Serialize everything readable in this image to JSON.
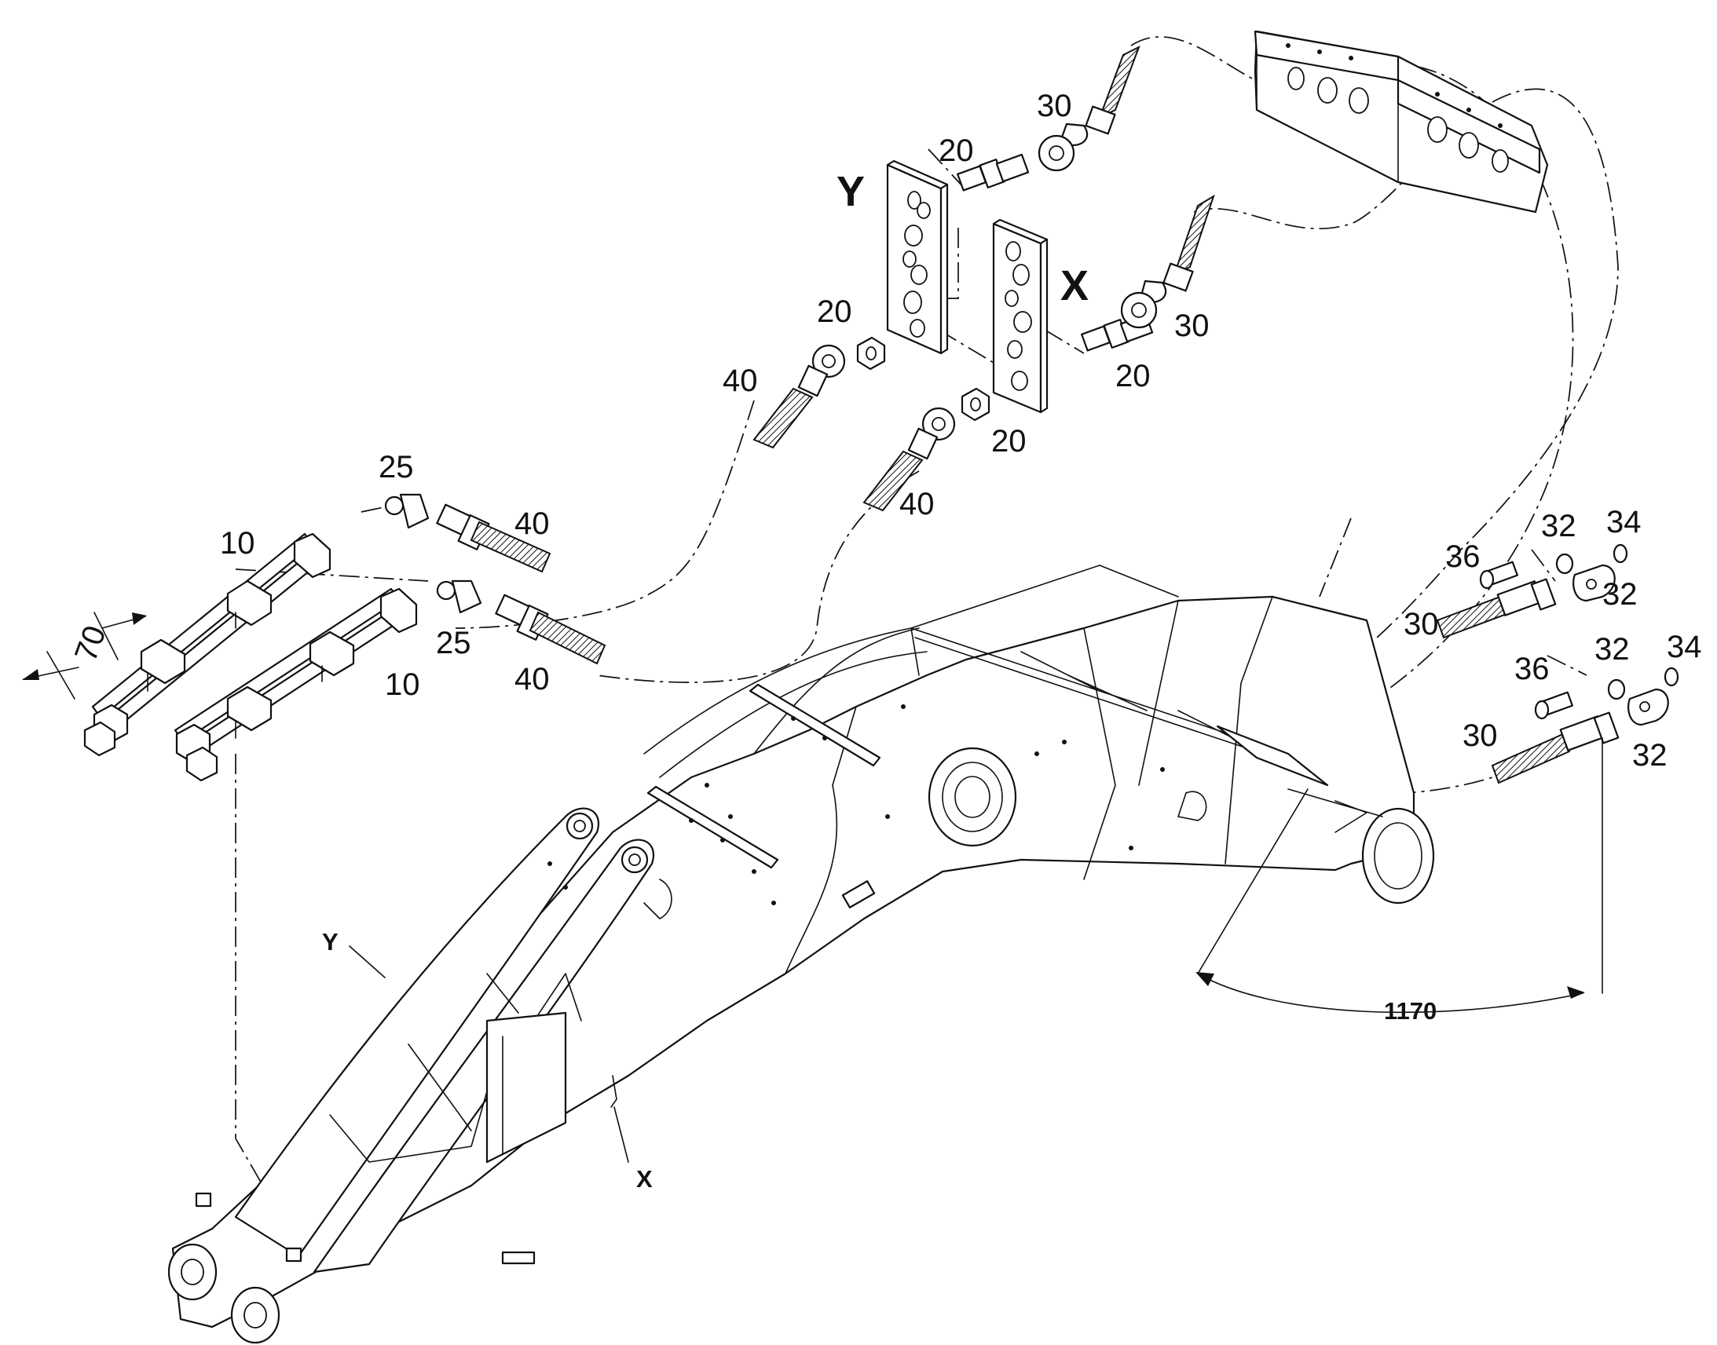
{
  "diagram": {
    "callouts": {
      "hose_30_upper": "30",
      "adapter_20_top": "20",
      "plate_y_letter": "Y",
      "nut_20_left": "20",
      "plate_x_letter": "X",
      "hose_30_right": "30",
      "adapter_20_right": "20",
      "hose_40_upper": "40",
      "nut_20_center": "20",
      "hose_40_middle": "40",
      "elbow_25_upper": "25",
      "hose_40_left_upper": "40",
      "tube_10_upper": "10",
      "dimension_70": "70",
      "elbow_25_lower": "25",
      "tube_10_lower": "10",
      "hose_40_left_lower": "40",
      "clamp_32_top": "32",
      "ring_34_top": "34",
      "screw_36_top": "36",
      "clamp_32_right_top": "32",
      "hose_30_right_top": "30",
      "clamp_32_mid": "32",
      "ring_34_mid": "34",
      "screw_36_mid": "36",
      "hose_30_right_bottom": "30",
      "clamp_32_bottom": "32",
      "view_y_ref": "Y",
      "view_x_ref": "X",
      "dimension_1170": "1170"
    }
  }
}
